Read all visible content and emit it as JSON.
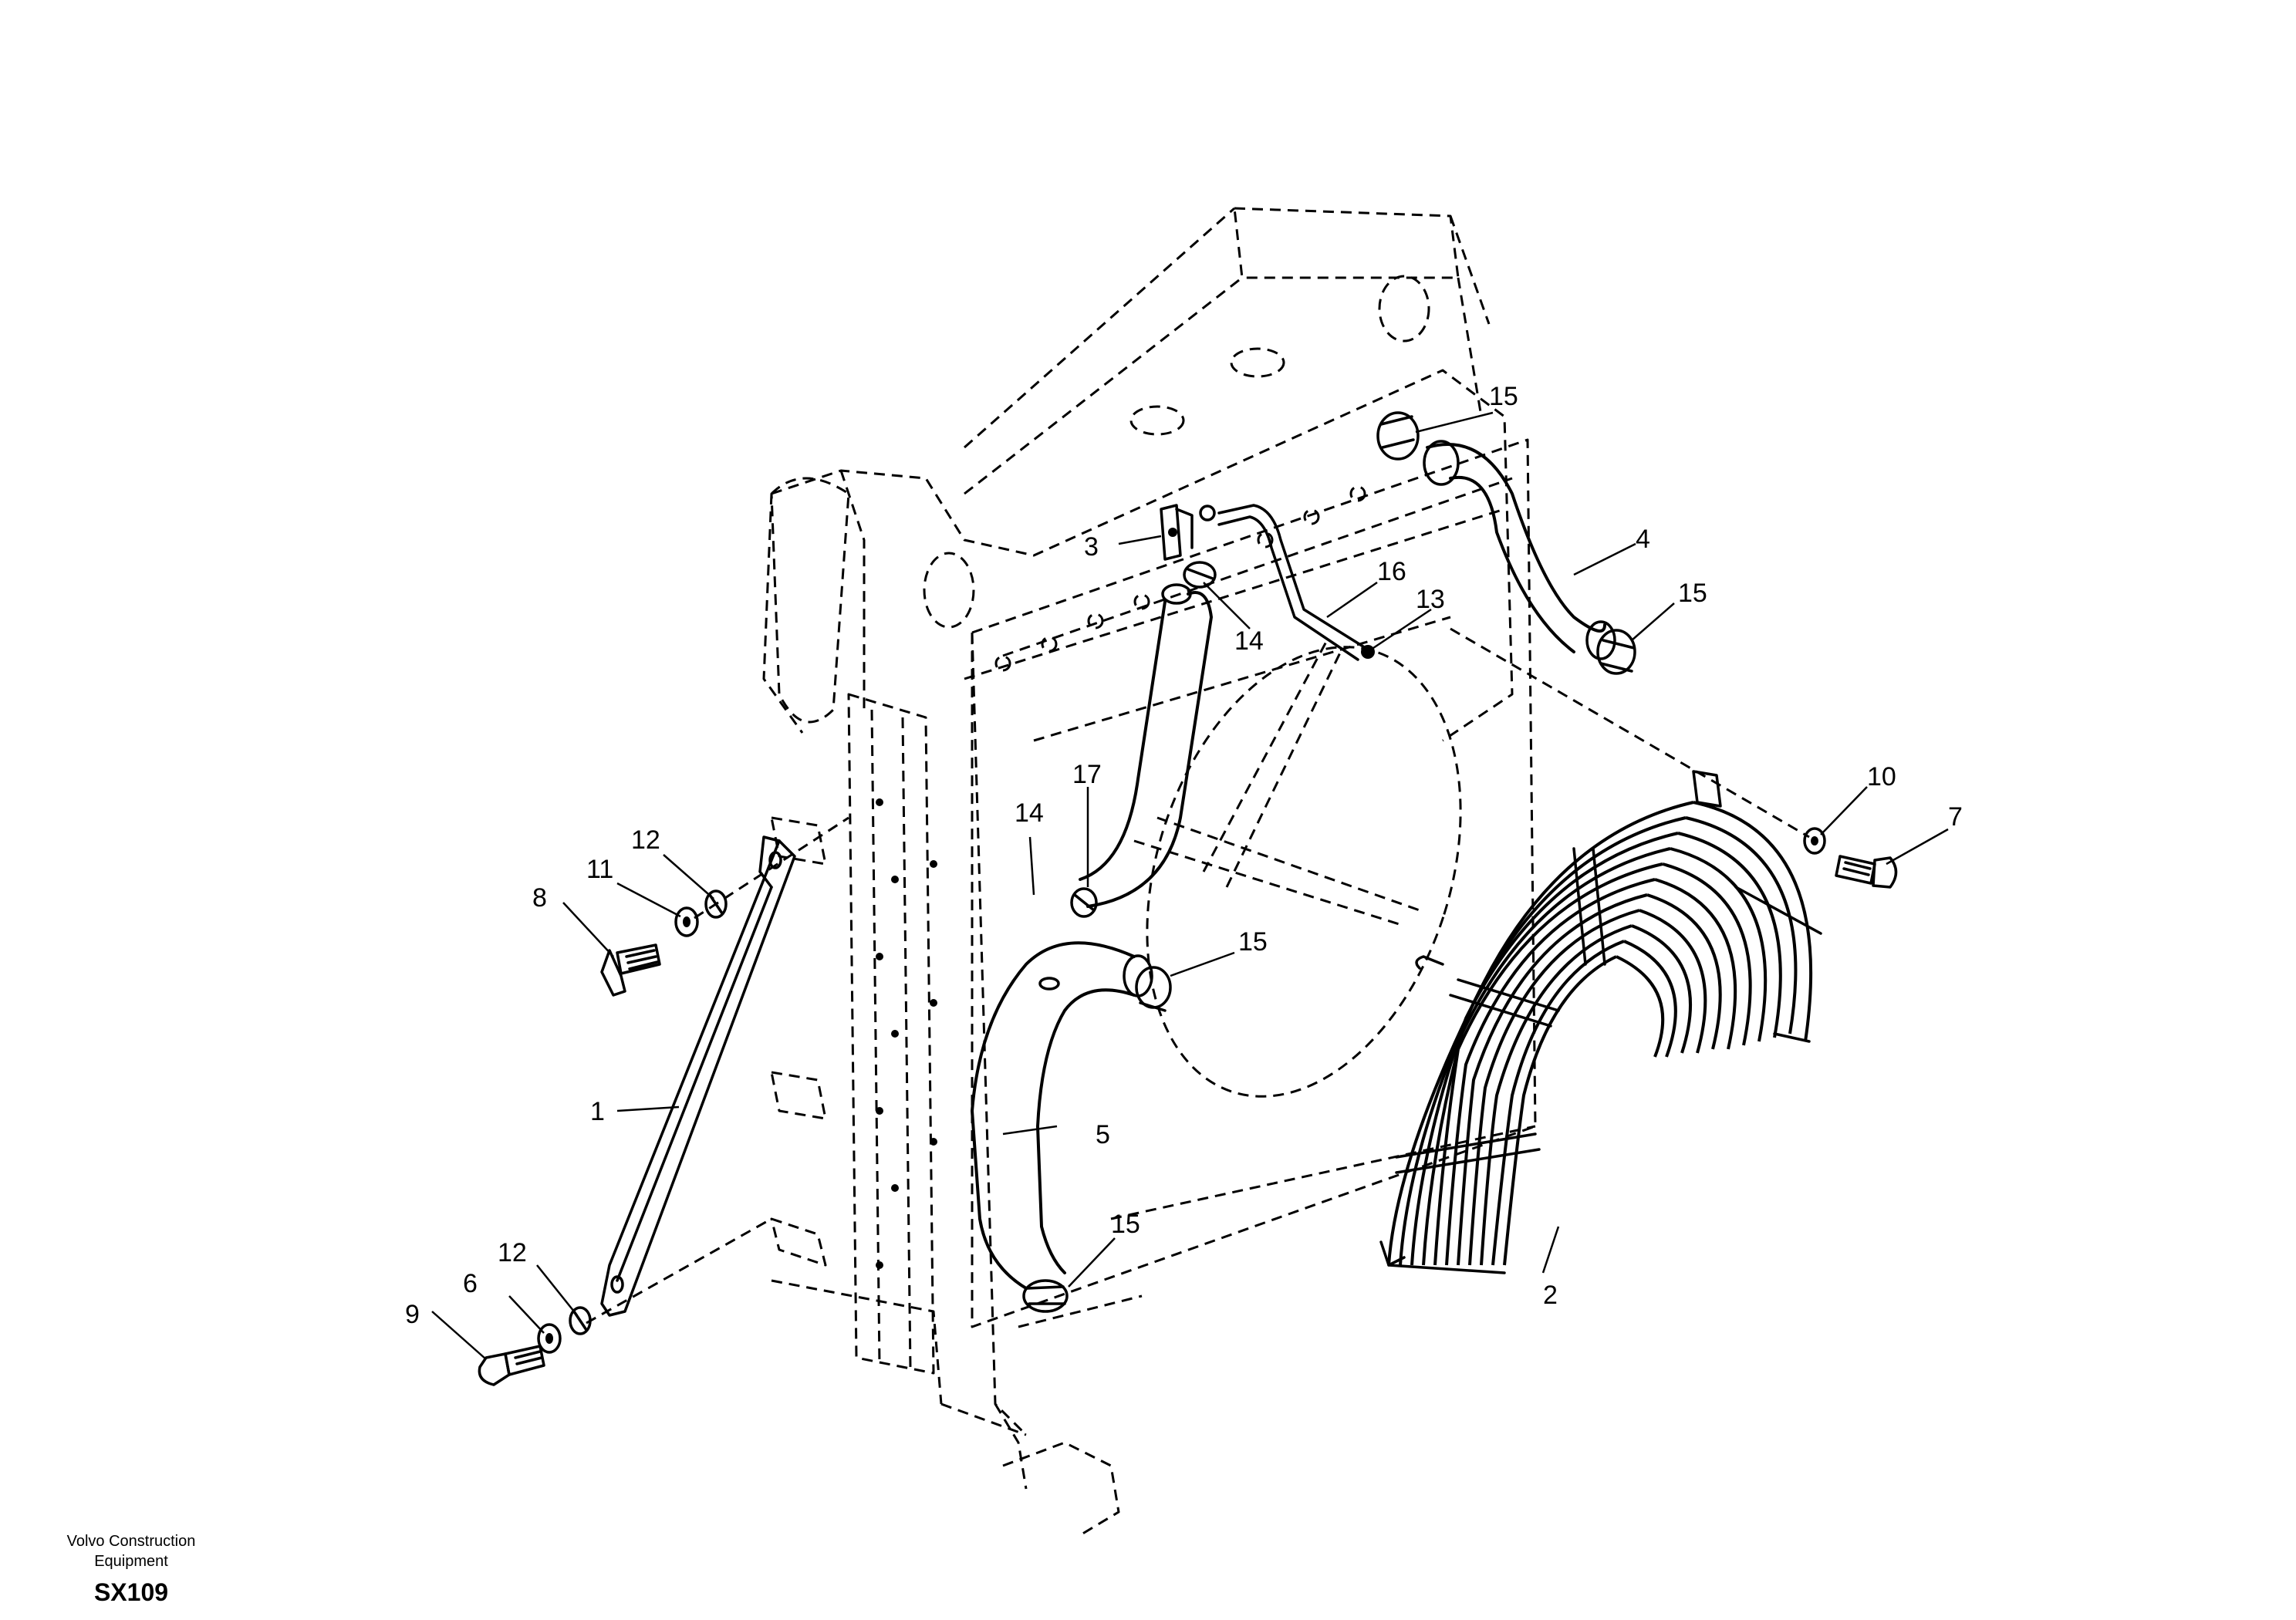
{
  "callouts": [
    {
      "id": "c1",
      "label": "1"
    },
    {
      "id": "c2",
      "label": "2"
    },
    {
      "id": "c3",
      "label": "3"
    },
    {
      "id": "c4",
      "label": "4"
    },
    {
      "id": "c5",
      "label": "5"
    },
    {
      "id": "c6",
      "label": "6"
    },
    {
      "id": "c7",
      "label": "7"
    },
    {
      "id": "c8",
      "label": "8"
    },
    {
      "id": "c9",
      "label": "9"
    },
    {
      "id": "c10",
      "label": "10"
    },
    {
      "id": "c11",
      "label": "11"
    },
    {
      "id": "c12a",
      "label": "12"
    },
    {
      "id": "c12b",
      "label": "12"
    },
    {
      "id": "c13",
      "label": "13"
    },
    {
      "id": "c14a",
      "label": "14"
    },
    {
      "id": "c14b",
      "label": "14"
    },
    {
      "id": "c15a",
      "label": "15"
    },
    {
      "id": "c15b",
      "label": "15"
    },
    {
      "id": "c15c",
      "label": "15"
    },
    {
      "id": "c15d",
      "label": "15"
    },
    {
      "id": "c16",
      "label": "16"
    },
    {
      "id": "c17",
      "label": "17"
    }
  ],
  "footer": {
    "company_line1": "Volvo Construction",
    "company_line2": "Equipment",
    "code": "SX109"
  }
}
